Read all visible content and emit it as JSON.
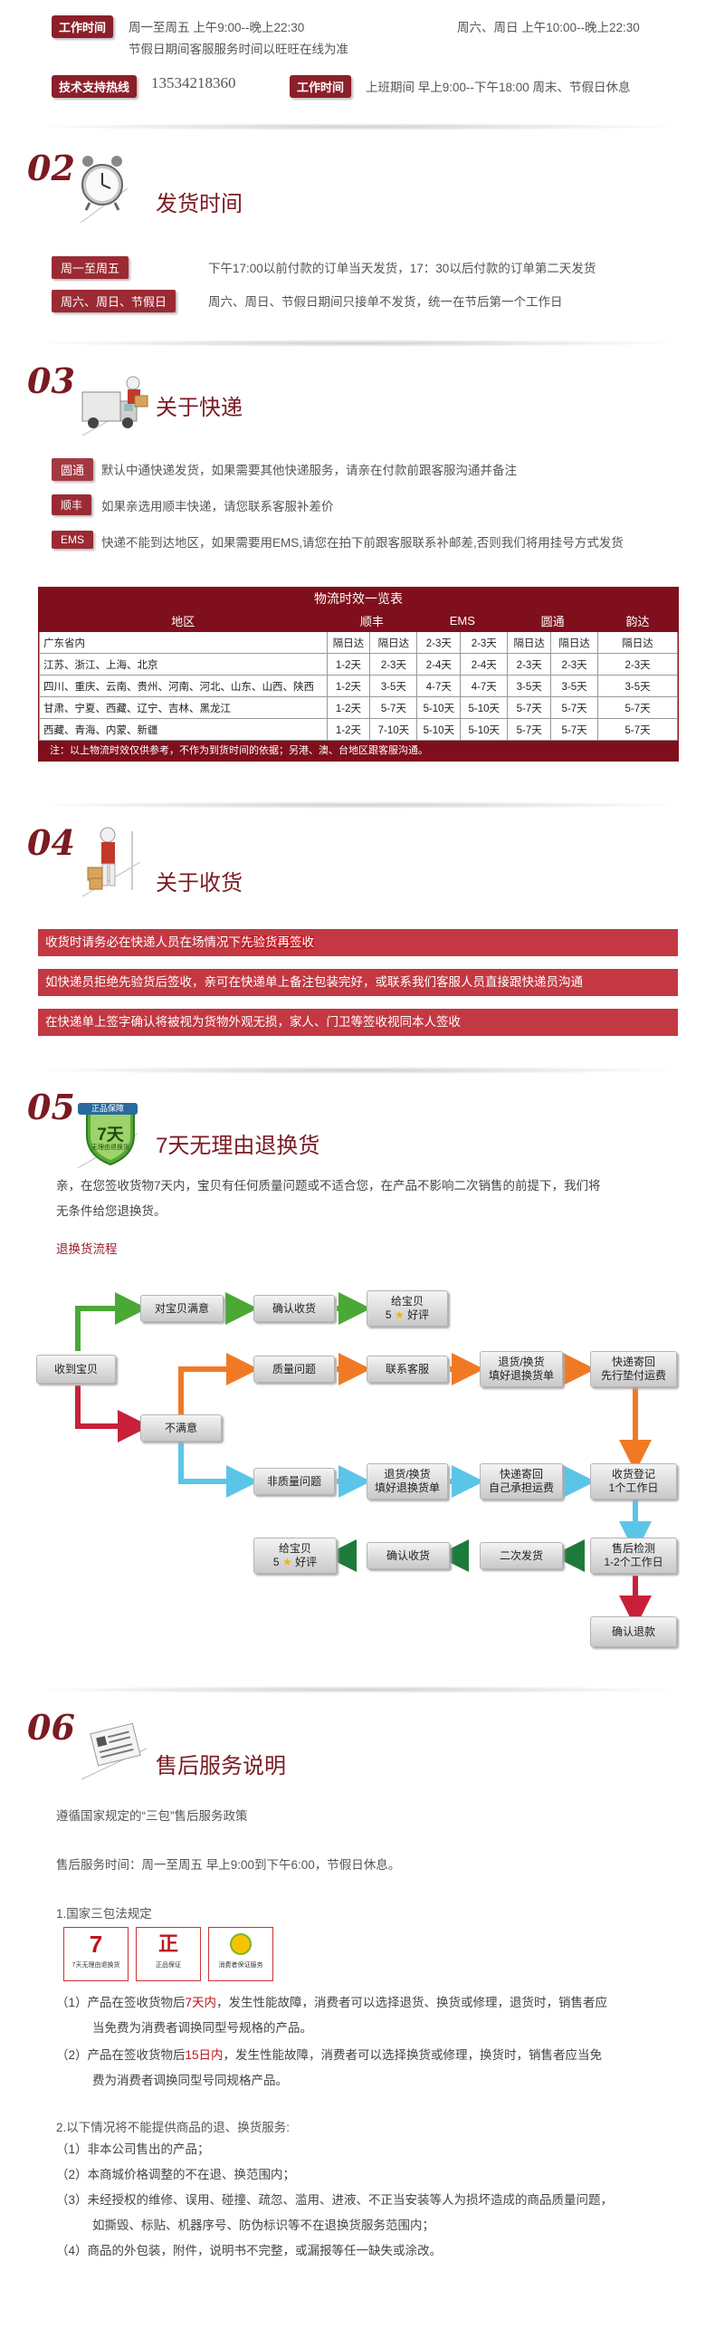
{
  "contact": {
    "work_time_tag": "工作时间",
    "weekday_text": "周一至周五  上午9:00--晚上22:30",
    "weekend_text": "周六、周日 上午10:00--晚上22:30",
    "holiday_note": "节假日期间客服服务时间以旺旺在线为准",
    "hotline_tag": "技术支持热线",
    "hotline_number": "13534218360",
    "work_time_tag2": "工作时间",
    "office_hours": "上班期间 早上9:00--下午18:00    周末、节假日休息"
  },
  "section02": {
    "num": "02",
    "title": "发货时间",
    "rows": [
      {
        "tag": "周一至周五",
        "text": "下午17:00以前付款的订单当天发货，17：30以后付款的订单第二天发货"
      },
      {
        "tag": "周六、周日、节假日",
        "text": "周六、周日、节假日期间只接单不发货，统一在节后第一个工作日"
      }
    ]
  },
  "section03": {
    "num": "03",
    "title": "关于快递",
    "rows": [
      {
        "tag": "圆通",
        "text": "默认中通快递发货，如果需要其他快递服务，请亲在付款前跟客服沟通并备注"
      },
      {
        "tag": "顺丰",
        "text": "如果亲选用顺丰快递，请您联系客服补差价"
      },
      {
        "tag": "EMS",
        "text": "快递不能到达地区，如果需要用EMS,请您在拍下前跟客服联系补邮差,否则我们将用挂号方式发货"
      }
    ],
    "table": {
      "title": "物流时效一览表",
      "headers": [
        "地区",
        "顺丰",
        "EMS",
        "圆通",
        "韵达"
      ],
      "rows": [
        [
          "广东省内",
          "隔日达",
          "隔日达",
          "2-3天",
          "2-3天",
          "隔日达",
          "隔日达",
          "隔日达"
        ],
        [
          "江苏、浙江、上海、北京",
          "1-2天",
          "2-3天",
          "2-4天",
          "2-4天",
          "2-3天",
          "2-3天",
          "2-3天"
        ],
        [
          "四川、重庆、云南、贵州、河南、河北、山东、山西、陕西",
          "1-2天",
          "3-5天",
          "4-7天",
          "4-7天",
          "3-5天",
          "3-5天",
          "3-5天"
        ],
        [
          "甘肃、宁夏、西藏、辽宁、吉林、黑龙江",
          "1-2天",
          "5-7天",
          "5-10天",
          "5-10天",
          "5-7天",
          "5-7天",
          "5-7天"
        ],
        [
          "西藏、青海、内蒙、新疆",
          "1-2天",
          "7-10天",
          "5-10天",
          "5-10天",
          "5-7天",
          "5-7天",
          "5-7天"
        ]
      ],
      "note": "注：以上物流时效仅供参考，不作为到货时间的依据；另港、澳、台地区跟客服沟通。"
    }
  },
  "section04": {
    "num": "04",
    "title": "关于收货",
    "bar1_pre": "收货时请务必在快递人员在场情况下",
    "bar1_hl": "先验货再签收",
    "bar2": "如快递员拒绝先验货后签收，亲可在快递单上备注包装完好，或联系我们客服人员直接跟快递员沟通",
    "bar3": "在快递单上签字确认将被视为货物外观无损，家人、门卫等签收视同本人签收"
  },
  "section05": {
    "num": "05",
    "title": "7天无理由退换货",
    "badge_top": "正品保障",
    "badge_main": "7天",
    "badge_sub": "无理由退换货",
    "para_line1": "亲，在您签收货物7天内，宝贝有任何质量问题或不适合您，在产品不影响二次销售的前提下，我们将",
    "para_line2": "无条件给您退换货。",
    "flow_title": "退换货流程",
    "flow": {
      "receive": "收到宝贝",
      "satisfied": "对宝贝满意",
      "confirm": "确认收货",
      "rate_top": "给宝贝",
      "rate_five": "5",
      "rate_good": "好评",
      "unsatisfied": "不满意",
      "quality": "质量问题",
      "contact": "联系客服",
      "return_form_l1": "退货/换货",
      "return_form_l2": "填好退换货单",
      "express_paid_l1": "快递寄回",
      "express_paid_l2": "先行垫付运费",
      "nonquality": "非质量问题",
      "return_form2_l1": "退货/换货",
      "return_form2_l2": "填好退换货单",
      "express_self_l1": "快递寄回",
      "express_self_l2": "自己承担运费",
      "register_l1": "收货登记",
      "register_l2": "1个工作日",
      "inspect_l1": "售后检测",
      "inspect_l2": "1-2个工作日",
      "resend": "二次发货",
      "confirm2": "确认收货",
      "rate2_top": "给宝贝",
      "rate2_five": "5",
      "rate2_good": "好评",
      "refund": "确认退款"
    }
  },
  "section06": {
    "num": "06",
    "title": "售后服务说明",
    "policy": "遵循国家规定的“三包”售后服务政策",
    "hours": "售后服务时间：周一至周五 早上9:00到下午6:00，节假日休息。",
    "law_title": "1.国家三包法规定",
    "icons": [
      {
        "glyph": "7",
        "label": "7天无理由退换货"
      },
      {
        "glyph": "正",
        "label": "正品保证"
      },
      {
        "glyph": "",
        "label": "消费者保证服务"
      }
    ],
    "law_items": [
      {
        "pre": "（1）产品在签收货物后",
        "hl": "7天内",
        "post": "，发生性能故障，消费者可以选择退货、换货或修理，退货时，销售者应",
        "line2": "当免费为消费者调换同型号规格的产品。"
      },
      {
        "pre": "（2）产品在签收货物后",
        "hl": "15日内",
        "post": "，发生性能故障，消费者可以选择换货或修理，换货时，销售者应当免",
        "line2": "费为消费者调换同型号同规格产品。"
      }
    ],
    "excl_title": "2.以下情况将不能提供商品的退、换货服务:",
    "excl_items": [
      "（1）非本公司售出的产品；",
      "（2）本商城价格调整的不在退、换范围内；",
      "（3）未经授权的维修、误用、碰撞、疏忽、滥用、进液、不正当安装等人为损坏造成的商品质量问题，",
      "如撕毁、标贴、机器序号、防伪标识等不在退换货服务范围内；",
      "（4）商品的外包装，附件，说明书不完整，或漏报等任一缺失或涂改。"
    ]
  }
}
